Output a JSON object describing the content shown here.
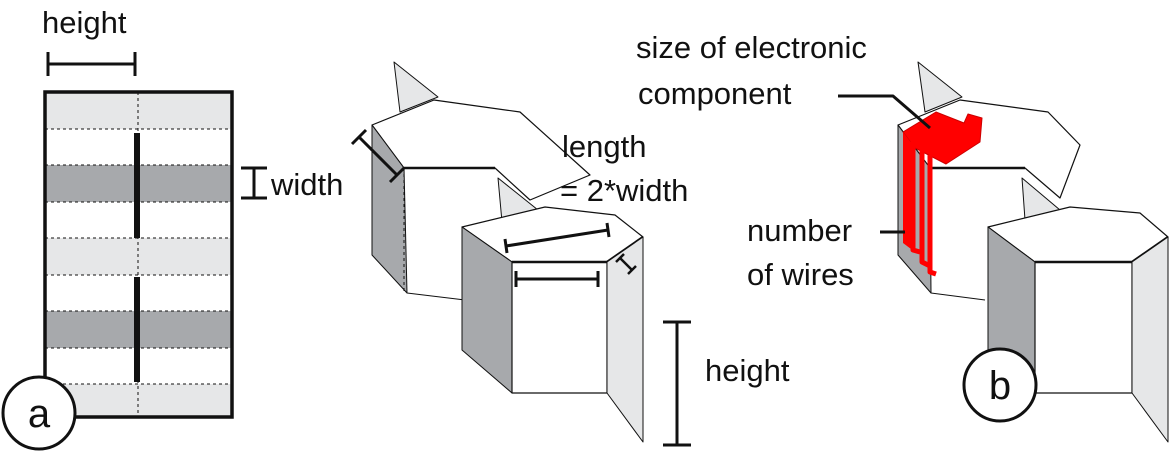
{
  "panel_a": {
    "marker": "a",
    "height_label": "height",
    "width_label": "width"
  },
  "middle": {
    "length_label_line1": "length",
    "length_label_line2": "= 2*width",
    "height_label": "height"
  },
  "panel_b": {
    "marker": "b",
    "component_label_line1": "size of electronic",
    "component_label_line2": "component",
    "wires_label_line1": "number",
    "wires_label_line2": "of wires"
  },
  "colors": {
    "light_band": "#e6e7e8",
    "dark_band": "#a7a9ac",
    "component_red": "#ff0000",
    "line": "#111111"
  }
}
